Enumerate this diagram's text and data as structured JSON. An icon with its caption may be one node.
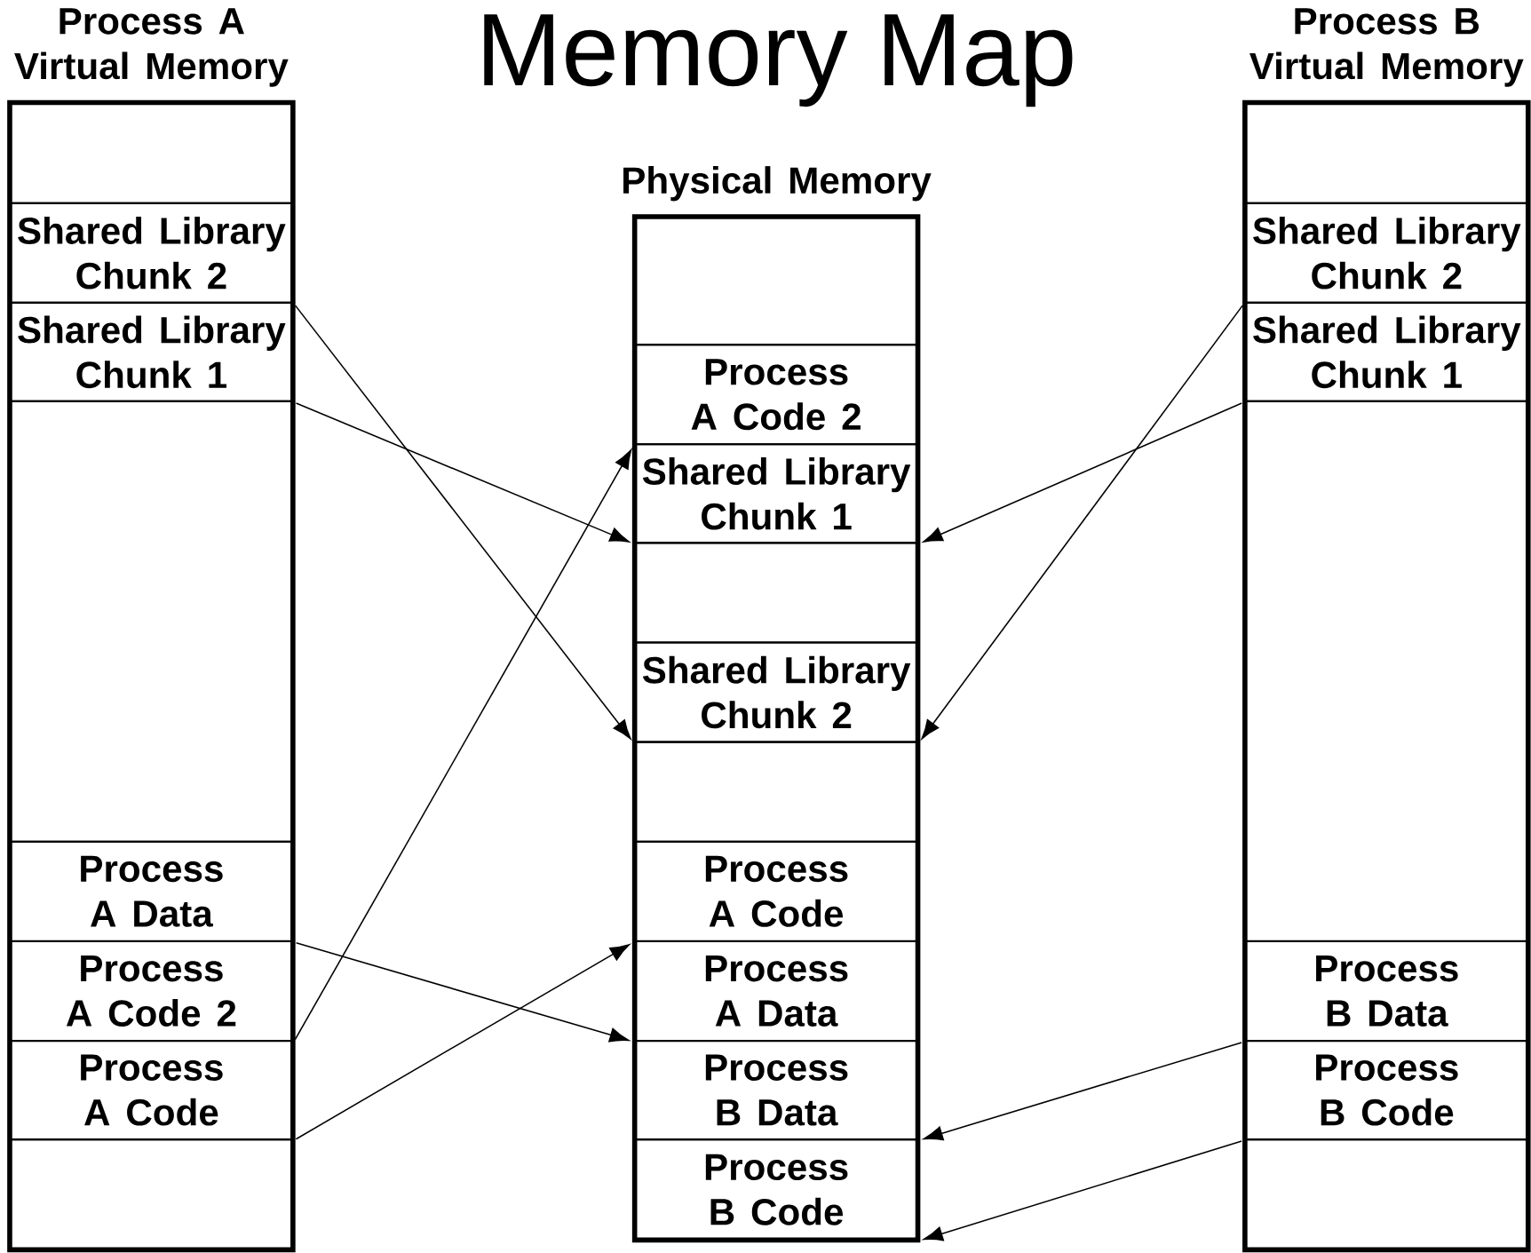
{
  "diagram": {
    "title": "Memory Map",
    "nodes": [
      {
        "text": [
          "Process A Virtual Memory"
        ]
      },
      {
        "text": [],
        "shape": "box",
        "in": 0
      },
      {
        "text": [
          "Shared Library Chunk 2"
        ],
        "in": 0
      },
      {
        "text": [
          "Shared Library Chunk 1"
        ],
        "in": 0
      },
      {
        "text": [],
        "shape": "box",
        "in": 0
      },
      {
        "text": [
          "Process A Data"
        ],
        "in": 0
      },
      {
        "text": [
          "Process A Code 2"
        ],
        "in": 0
      },
      {
        "text": [
          "Process A Code"
        ],
        "in": 0
      },
      {
        "text": [],
        "shape": "box",
        "in": 0
      },
      {
        "text": [
          "Physical Memory"
        ]
      },
      {
        "text": [],
        "shape": "box",
        "in": 9
      },
      {
        "text": [
          "Process A Code 2"
        ],
        "in": 9
      },
      {
        "text": [
          "Shared Library Chunk 1"
        ],
        "in": 9
      },
      {
        "text": [],
        "shape": "box",
        "in": 9
      },
      {
        "text": [
          "Shared Library Chunk 2"
        ],
        "in": 9
      },
      {
        "text": [],
        "shape": "box",
        "in": 9
      },
      {
        "text": [
          "Process A Code"
        ],
        "in": 9
      },
      {
        "text": [
          "Process A Data"
        ],
        "in": 9
      },
      {
        "text": [
          "Process B Data"
        ],
        "in": 9
      },
      {
        "text": [
          "Process B Code"
        ],
        "in": 9
      },
      {
        "text": [
          "Process B Virtual Memory"
        ]
      },
      {
        "text": [],
        "shape": "box",
        "in": 20
      },
      {
        "text": [
          "Shared Library Chunk 2"
        ],
        "in": 20
      },
      {
        "text": [
          "Shared Library Chunk 1"
        ],
        "in": 20
      },
      {
        "text": [],
        "shape": "box",
        "in": 20
      },
      {
        "text": [
          "Process B Data"
        ],
        "in": 20
      },
      {
        "text": [
          "Process B Code"
        ],
        "in": 20
      },
      {
        "text": [],
        "shape": "box",
        "in": 20
      }
    ],
    "edges": [
      {
        "from": 2,
        "to": 14,
        "arrow": "to"
      },
      {
        "from": 3,
        "to": 12,
        "arrow": "to"
      },
      {
        "from": 6,
        "to": 11,
        "arrow": "to"
      },
      {
        "from": 5,
        "to": 17,
        "arrow": "to"
      },
      {
        "from": 7,
        "to": 16,
        "arrow": "to"
      },
      {
        "from": 22,
        "to": 14,
        "arrow": "to"
      },
      {
        "from": 23,
        "to": 12,
        "arrow": "to"
      },
      {
        "from": 25,
        "to": 18,
        "arrow": "to"
      },
      {
        "from": 26,
        "to": 19,
        "arrow": "to"
      }
    ]
  }
}
